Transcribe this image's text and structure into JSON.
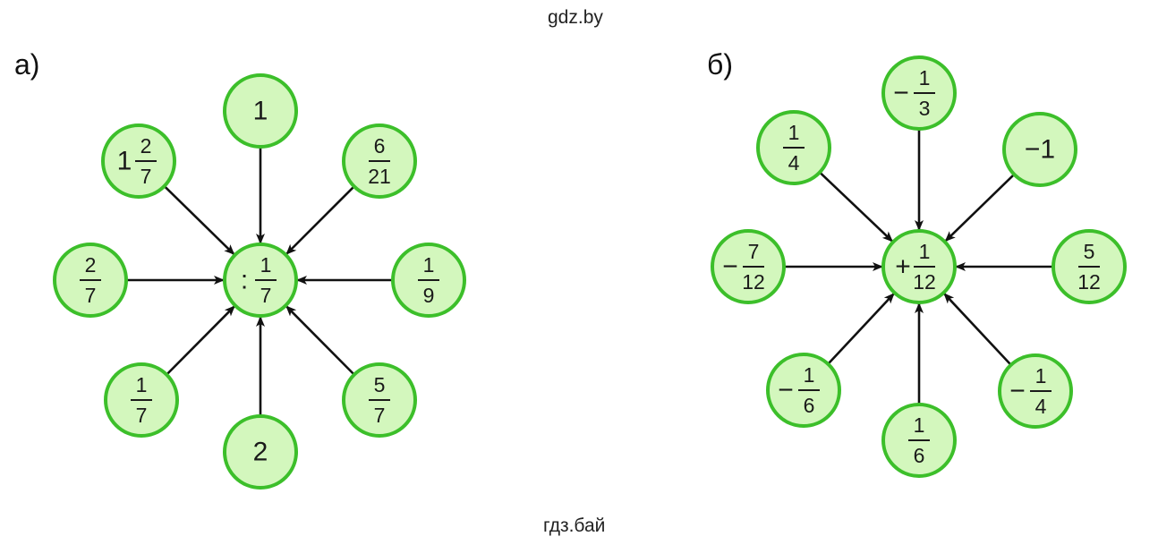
{
  "watermark_top": "gdz.by",
  "watermark_bottom": "гдз.бай",
  "colors": {
    "circle_fill": "#d3f7bd",
    "circle_stroke": "#3cbf2a",
    "arrow": "#111111",
    "text": "#1a1a1a"
  },
  "diagrams": [
    {
      "label": "а)",
      "center": {
        "op": ":",
        "num": "1",
        "den": "7"
      },
      "items": [
        {
          "num": "1"
        },
        {
          "num": "6",
          "den": "21"
        },
        {
          "num": "1",
          "den": "9"
        },
        {
          "num": "5",
          "den": "7"
        },
        {
          "num": "2"
        },
        {
          "num": "1",
          "den": "7"
        },
        {
          "num": "2",
          "den": "7"
        },
        {
          "whole": "1",
          "num": "2",
          "den": "7"
        }
      ]
    },
    {
      "label": "б)",
      "center": {
        "op": "+",
        "num": "1",
        "den": "12"
      },
      "items": [
        {
          "sign": "−",
          "num": "1",
          "den": "3"
        },
        {
          "num": "−1"
        },
        {
          "num": "5",
          "den": "12"
        },
        {
          "sign": "−",
          "num": "1",
          "den": "4"
        },
        {
          "num": "1",
          "den": "6"
        },
        {
          "sign": "−",
          "num": "1",
          "den": "6"
        },
        {
          "sign": "−",
          "num": "7",
          "den": "12"
        },
        {
          "num": "1",
          "den": "4"
        }
      ]
    }
  ]
}
